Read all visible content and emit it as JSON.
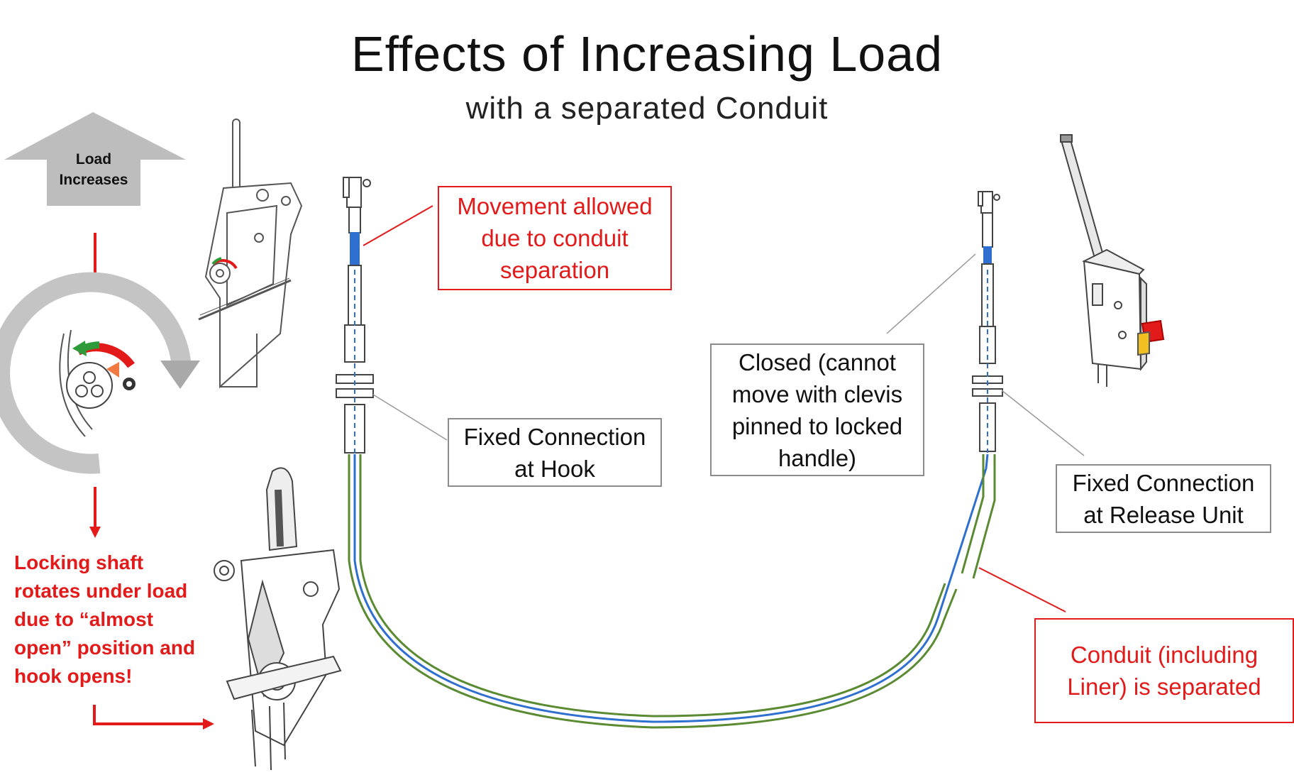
{
  "title": "Effects of Increasing Load",
  "subtitle": "with a separated Conduit",
  "load_arrow": {
    "line1": "Load",
    "line2": "Increases"
  },
  "locking_note": [
    "Locking shaft",
    "rotates under load",
    "due to “almost",
    "open” position and",
    "hook opens!"
  ],
  "callouts": {
    "movement": [
      "Movement allowed",
      "due to conduit",
      "separation"
    ],
    "fixed_hook": [
      "Fixed Connection",
      "at Hook"
    ],
    "closed": [
      "Closed (cannot",
      "move with clevis",
      "pinned to locked",
      "handle)"
    ],
    "fixed_release": [
      "Fixed Connection",
      "at Release Unit"
    ],
    "conduit": [
      "Conduit (including",
      "Liner) is separated"
    ]
  },
  "colors": {
    "accent_red": "#e21a1a",
    "conduit_green": "#5a8a32",
    "liner_blue": "#2f6fd0",
    "callout_gray": "#8c8c8c",
    "load_arrow_gray": "#bdbdbd"
  },
  "icons": [
    "load-increase-arrow",
    "rotation-arrow",
    "hook-assembly-drawing",
    "release-unit-drawing",
    "cable-clevis",
    "conduit-cable"
  ]
}
